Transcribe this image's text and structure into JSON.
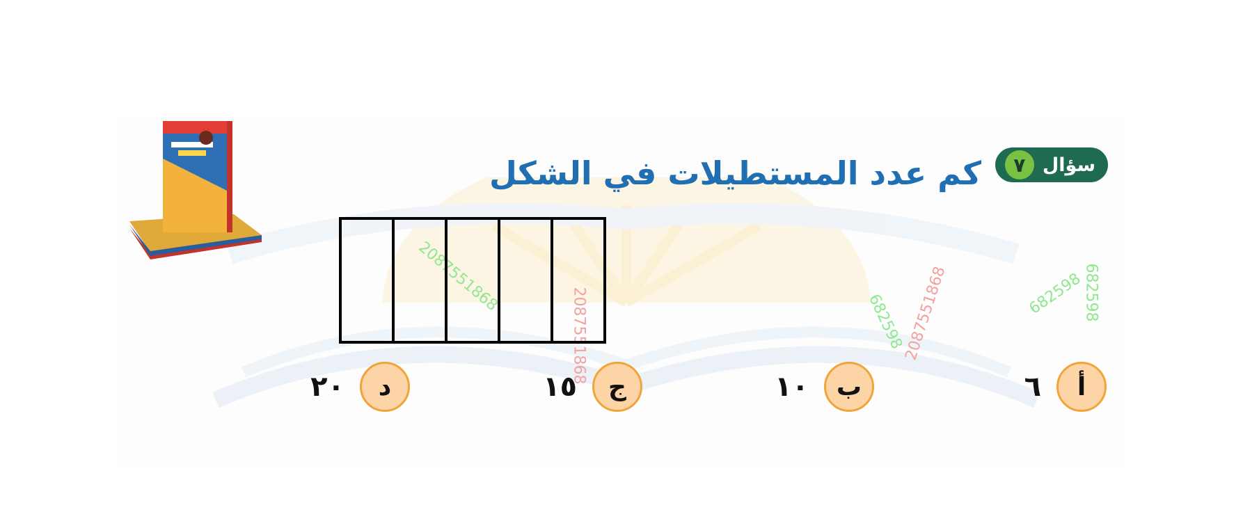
{
  "question": {
    "badge_label": "سؤال",
    "badge_number": "٧",
    "text": "كم عدد المستطيلات في الشكل"
  },
  "figure": {
    "rectangle_columns": 5
  },
  "choices": [
    {
      "letter": "أ",
      "value": "٦"
    },
    {
      "letter": "ب",
      "value": "١٠"
    },
    {
      "letter": "ج",
      "value": "١٥"
    },
    {
      "letter": "د",
      "value": "٢٠"
    }
  ],
  "watermarks": [
    "2087551868",
    "682598"
  ],
  "colors": {
    "question_text": "#1f6fb2",
    "badge_bg": "#1e6b52",
    "badge_number_bg": "#79c142",
    "choice_circle_fill": "#fcd4a6",
    "choice_circle_border": "#f0a53a"
  }
}
